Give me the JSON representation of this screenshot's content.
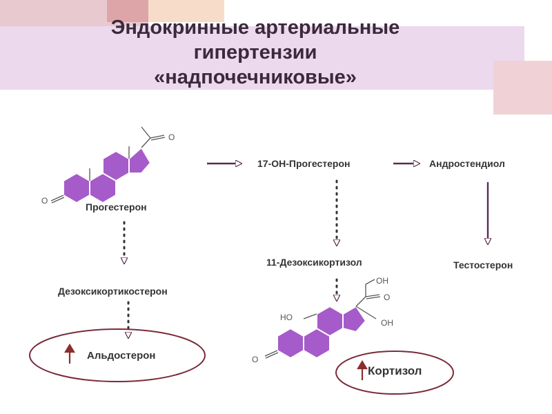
{
  "title": {
    "line1": "Эндокринные артериальные",
    "line2": "гипертензии",
    "line3": "«надпочечниковые»"
  },
  "nodes": {
    "progesterone": "Прогестерон",
    "oh_progesterone": "17-ОН-Прогестерон",
    "androstenediol": "Андростендиол",
    "deoxycorticosterone": "Дезоксикортикостерон",
    "deoxycortisol": "11-Дезоксикортизол",
    "testosterone": "Тестостерон",
    "aldosterone": "Альдостерон",
    "cortisol": "Кортизол"
  },
  "chem_labels": {
    "o": "O",
    "oh": "OH",
    "ho": "HO"
  },
  "colors": {
    "ring_fill": "#a55bc9",
    "arrow": "#5a2a4e",
    "up_arrow": "#8b2e2e",
    "ellipse": "#7a2a3a",
    "banner": "#ecd9ee"
  }
}
